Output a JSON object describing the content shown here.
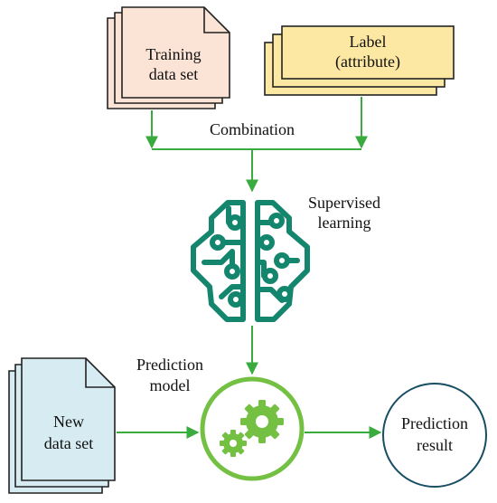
{
  "nodes": {
    "training": {
      "line1": "Training",
      "line2": "data set",
      "fill": "#fbe3d6"
    },
    "label": {
      "line1": "Label",
      "line2": "(attribute)",
      "fill": "#fce8a2"
    },
    "new_data": {
      "line1": "New",
      "line2": "data set",
      "fill": "#d6ebf2"
    },
    "result": {
      "line1": "Prediction",
      "line2": "result",
      "stroke": "#174e63"
    }
  },
  "labels": {
    "combination": "Combination",
    "supervised_line1": "Supervised",
    "supervised_line2": "learning",
    "model_line1": "Prediction",
    "model_line2": "model"
  },
  "icons": {
    "brain": "brain-circuit-icon",
    "gears": "gears-icon"
  },
  "colors": {
    "arrow": "#3aab3e",
    "brain": "#15866e",
    "model_circle": "#74c043",
    "doc_stroke": "#222222"
  }
}
